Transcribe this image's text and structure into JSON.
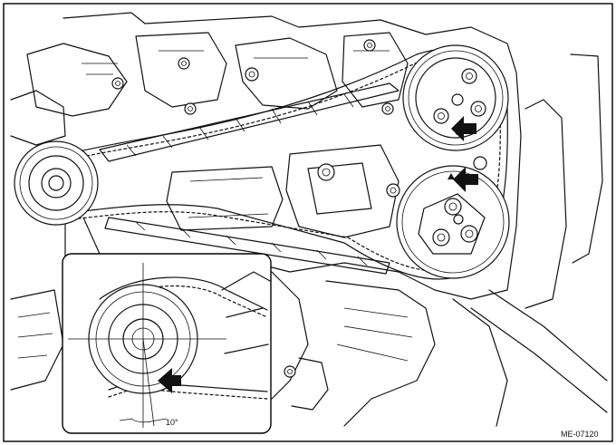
{
  "figure": {
    "code": "ME-07120",
    "angle_label": "10°",
    "border_color": "#000000",
    "line_color": "#111111"
  },
  "parts": {
    "crank_sprocket": "crankshaft-sprocket",
    "cam_sprocket_upper": "camshaft-sprocket-intake",
    "cam_sprocket_lower": "camshaft-sprocket-exhaust",
    "arrows": [
      "timing-mark-arrow-upper",
      "timing-mark-arrow-middle",
      "timing-mark-arrow-detail"
    ]
  }
}
